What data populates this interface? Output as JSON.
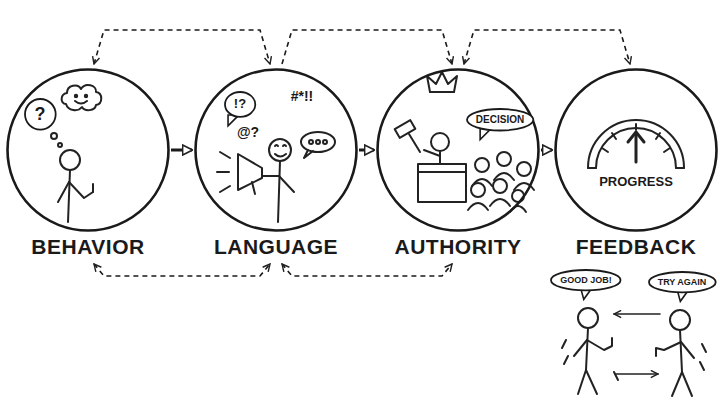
{
  "diagram": {
    "nodes": [
      {
        "text": [
          "BEHAVIOR"
        ]
      },
      {
        "text": [
          "?"
        ],
        "in": 0
      },
      {
        "text": [
          "LANGUAGE",
          "#*!!",
          "@?"
        ]
      },
      {
        "text": [
          "!?"
        ],
        "in": 2
      },
      {
        "text": [
          "AUTHORITY"
        ]
      },
      {
        "text": [
          "DECISION"
        ],
        "in": 4
      },
      {
        "text": [
          "FEEDBACK",
          "PROGRESS"
        ]
      },
      {
        "text": [
          "GOOD JOB!"
        ]
      },
      {
        "text": [
          "TRY AGAIN"
        ]
      }
    ],
    "edges": [
      {
        "from": 0,
        "to": 2,
        "arrow": "to"
      },
      {
        "from": 2,
        "to": 4,
        "arrow": "to"
      },
      {
        "from": 4,
        "to": 6,
        "arrow": "to"
      },
      {
        "from": 0,
        "to": 2,
        "arrow": "both"
      },
      {
        "from": 2,
        "to": 4,
        "arrow": "to"
      },
      {
        "from": 4,
        "to": 6,
        "arrow": "both"
      },
      {
        "from": 0,
        "to": 2,
        "arrow": "both"
      },
      {
        "from": 2,
        "to": 4,
        "arrow": "both"
      }
    ]
  }
}
